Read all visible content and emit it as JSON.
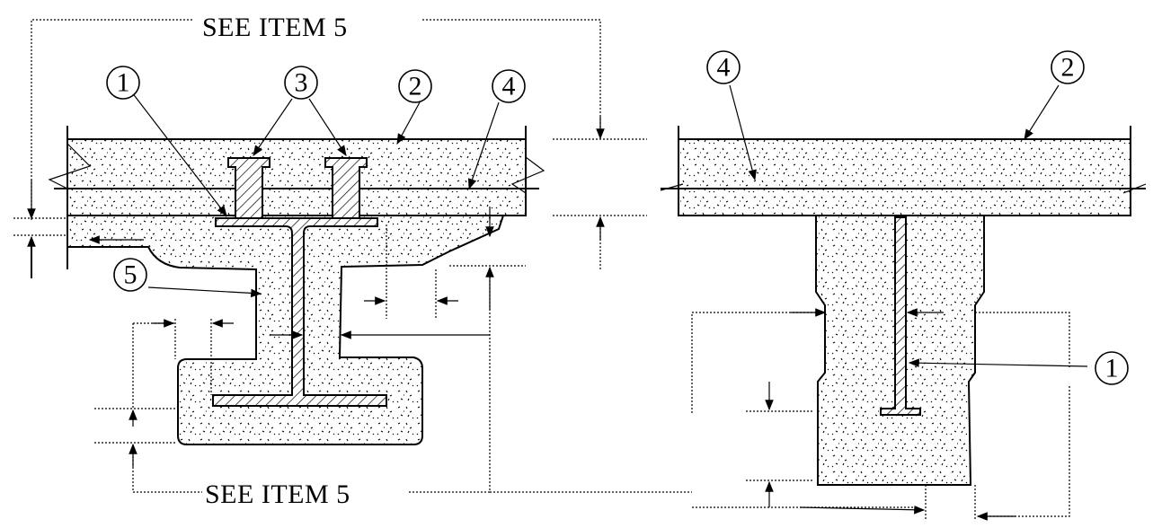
{
  "see_item_top": "SEE ITEM 5",
  "see_item_bottom": "SEE ITEM 5",
  "callouts": {
    "c1": "1",
    "c2": "2",
    "c3": "3",
    "c4": "4",
    "c5": "5",
    "r4": "4",
    "r2": "2",
    "r1": "1"
  }
}
